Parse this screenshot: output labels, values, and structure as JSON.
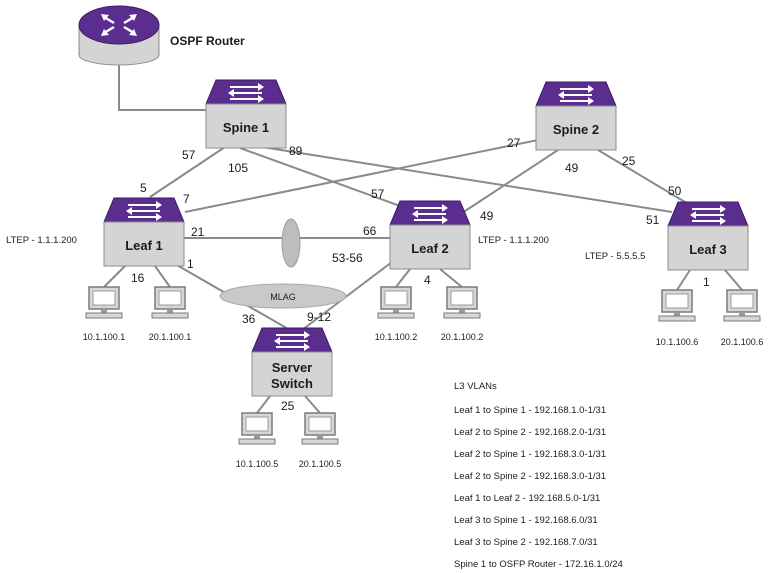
{
  "router": {
    "label": "OSPF Router"
  },
  "switches": {
    "spine1": "Spine 1",
    "spine2": "Spine 2",
    "leaf1": "Leaf 1",
    "leaf2": "Leaf 2",
    "leaf3": "Leaf 3",
    "server_line1": "Server",
    "server_line2": "Switch"
  },
  "ltep": {
    "leaf1": "LTEP - 1.1.1.200",
    "leaf2": "LTEP - 1.1.1.200",
    "leaf3": "LTEP - 5.5.5.5"
  },
  "mlag": "MLAG",
  "ports": {
    "s1_l1": "57",
    "s1_l2": "105",
    "s1_l3": "89",
    "s2_l1": "27",
    "s2_l2": "49",
    "s2_l3": "25",
    "l1_s1": "5",
    "l1_s2": "7",
    "l1_l2": "21",
    "l1_host": "16",
    "l1_srv": "1",
    "l2_s1": "57",
    "l2_s2": "49",
    "l2_l1": "66",
    "l2_srv": "53-56",
    "l2_host": "4",
    "l3_s2": "50",
    "l3_s1": "51",
    "l3_host": "1",
    "srv_l1": "36",
    "srv_l2": "9-12",
    "srv_host": "25"
  },
  "hosts": {
    "l1a": "10.1.100.1",
    "l1b": "20.1.100.1",
    "l2a": "10.1.100.2",
    "l2b": "20.1.100.2",
    "l3a": "10.1.100.6",
    "l3b": "20.1.100.6",
    "srva": "10.1.100.5",
    "srvb": "20.1.100.5"
  },
  "vlans": {
    "title": "L3 VLANs",
    "items": [
      "Leaf 1 to Spine 1 - 192.168.1.0-1/31",
      "Leaf 2 to Spine 2 - 192.168.2.0-1/31",
      "Leaf 2 to Spine 1 - 192.168.3.0-1/31",
      "Leaf 2 to Spine 2 - 192.168.3.0-1/31",
      "Leaf 1 to Leaf 2 - 192.168.5.0-1/31",
      "Leaf 3 to Spine 1 - 192.168.6.0/31",
      "Leaf 3 to Spine 2 - 192.168.7.0/31",
      "Spine 1 to OSFP Router - 172.16.1.0/24"
    ]
  },
  "colors": {
    "switch_top": "#5b2d8e",
    "switch_face": "#d4d4d4",
    "router_top": "#5b2d8e",
    "line": "#8a8a8a",
    "mlag": "#c8c8c8"
  }
}
